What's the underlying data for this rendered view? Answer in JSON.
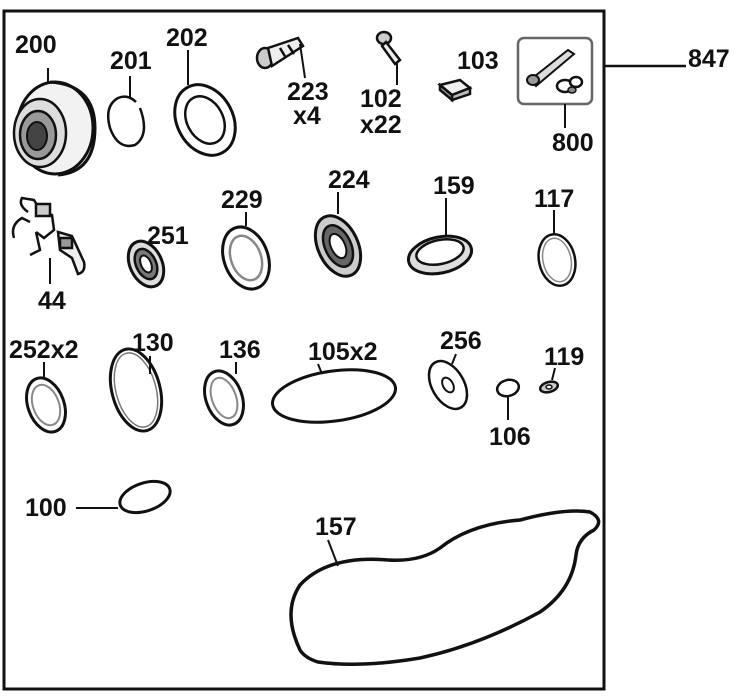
{
  "labels": {
    "p200": "200",
    "p201": "201",
    "p202": "202",
    "p223": "223",
    "p223_qty": "x4",
    "p102": "102",
    "p102_qty": "x22",
    "p103": "103",
    "p800": "800",
    "p847": "847",
    "p44": "44",
    "p251": "251",
    "p229": "229",
    "p224": "224",
    "p159": "159",
    "p117": "117",
    "p252": "252x2",
    "p130": "130",
    "p136": "136",
    "p105": "105x2",
    "p256": "256",
    "p119": "119",
    "p106": "106",
    "p100": "100",
    "p157": "157"
  }
}
